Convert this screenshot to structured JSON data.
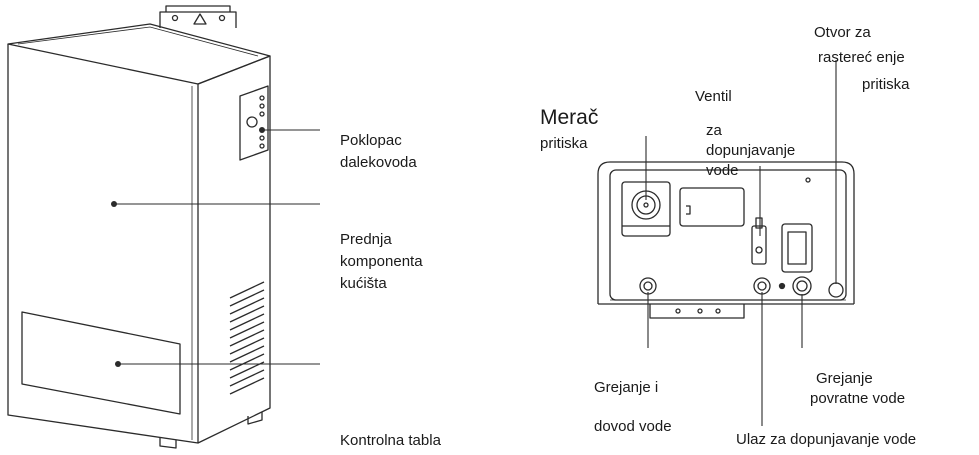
{
  "labels": {
    "poklopac_1": "Poklopac",
    "poklopac_2": "dalekovoda",
    "prednja_1": "Prednja",
    "prednja_2": "komponenta",
    "prednja_3": "kućišta",
    "kontrolna": "Kontrolna tabla",
    "merac_1": "Merač",
    "merac_2": "pritiska",
    "ventil_1": "Ventil",
    "ventil_2": "za",
    "ventil_3": "dopunjavanje",
    "ventil_4": "vode",
    "otvor_1": "Otvor za",
    "otvor_2": "rastereć enje",
    "otvor_3": "pritiska",
    "grejanje_dovod_1": "Grejanje i",
    "grejanje_dovod_2": "dovod vode",
    "ulaz": "Ulaz za dopunjavanje vode",
    "grejanje_povratne_1": "Grejanje",
    "grejanje_povratne_2": "povratne vode"
  },
  "colors": {
    "stroke": "#2b2b2b",
    "background": "#ffffff"
  }
}
